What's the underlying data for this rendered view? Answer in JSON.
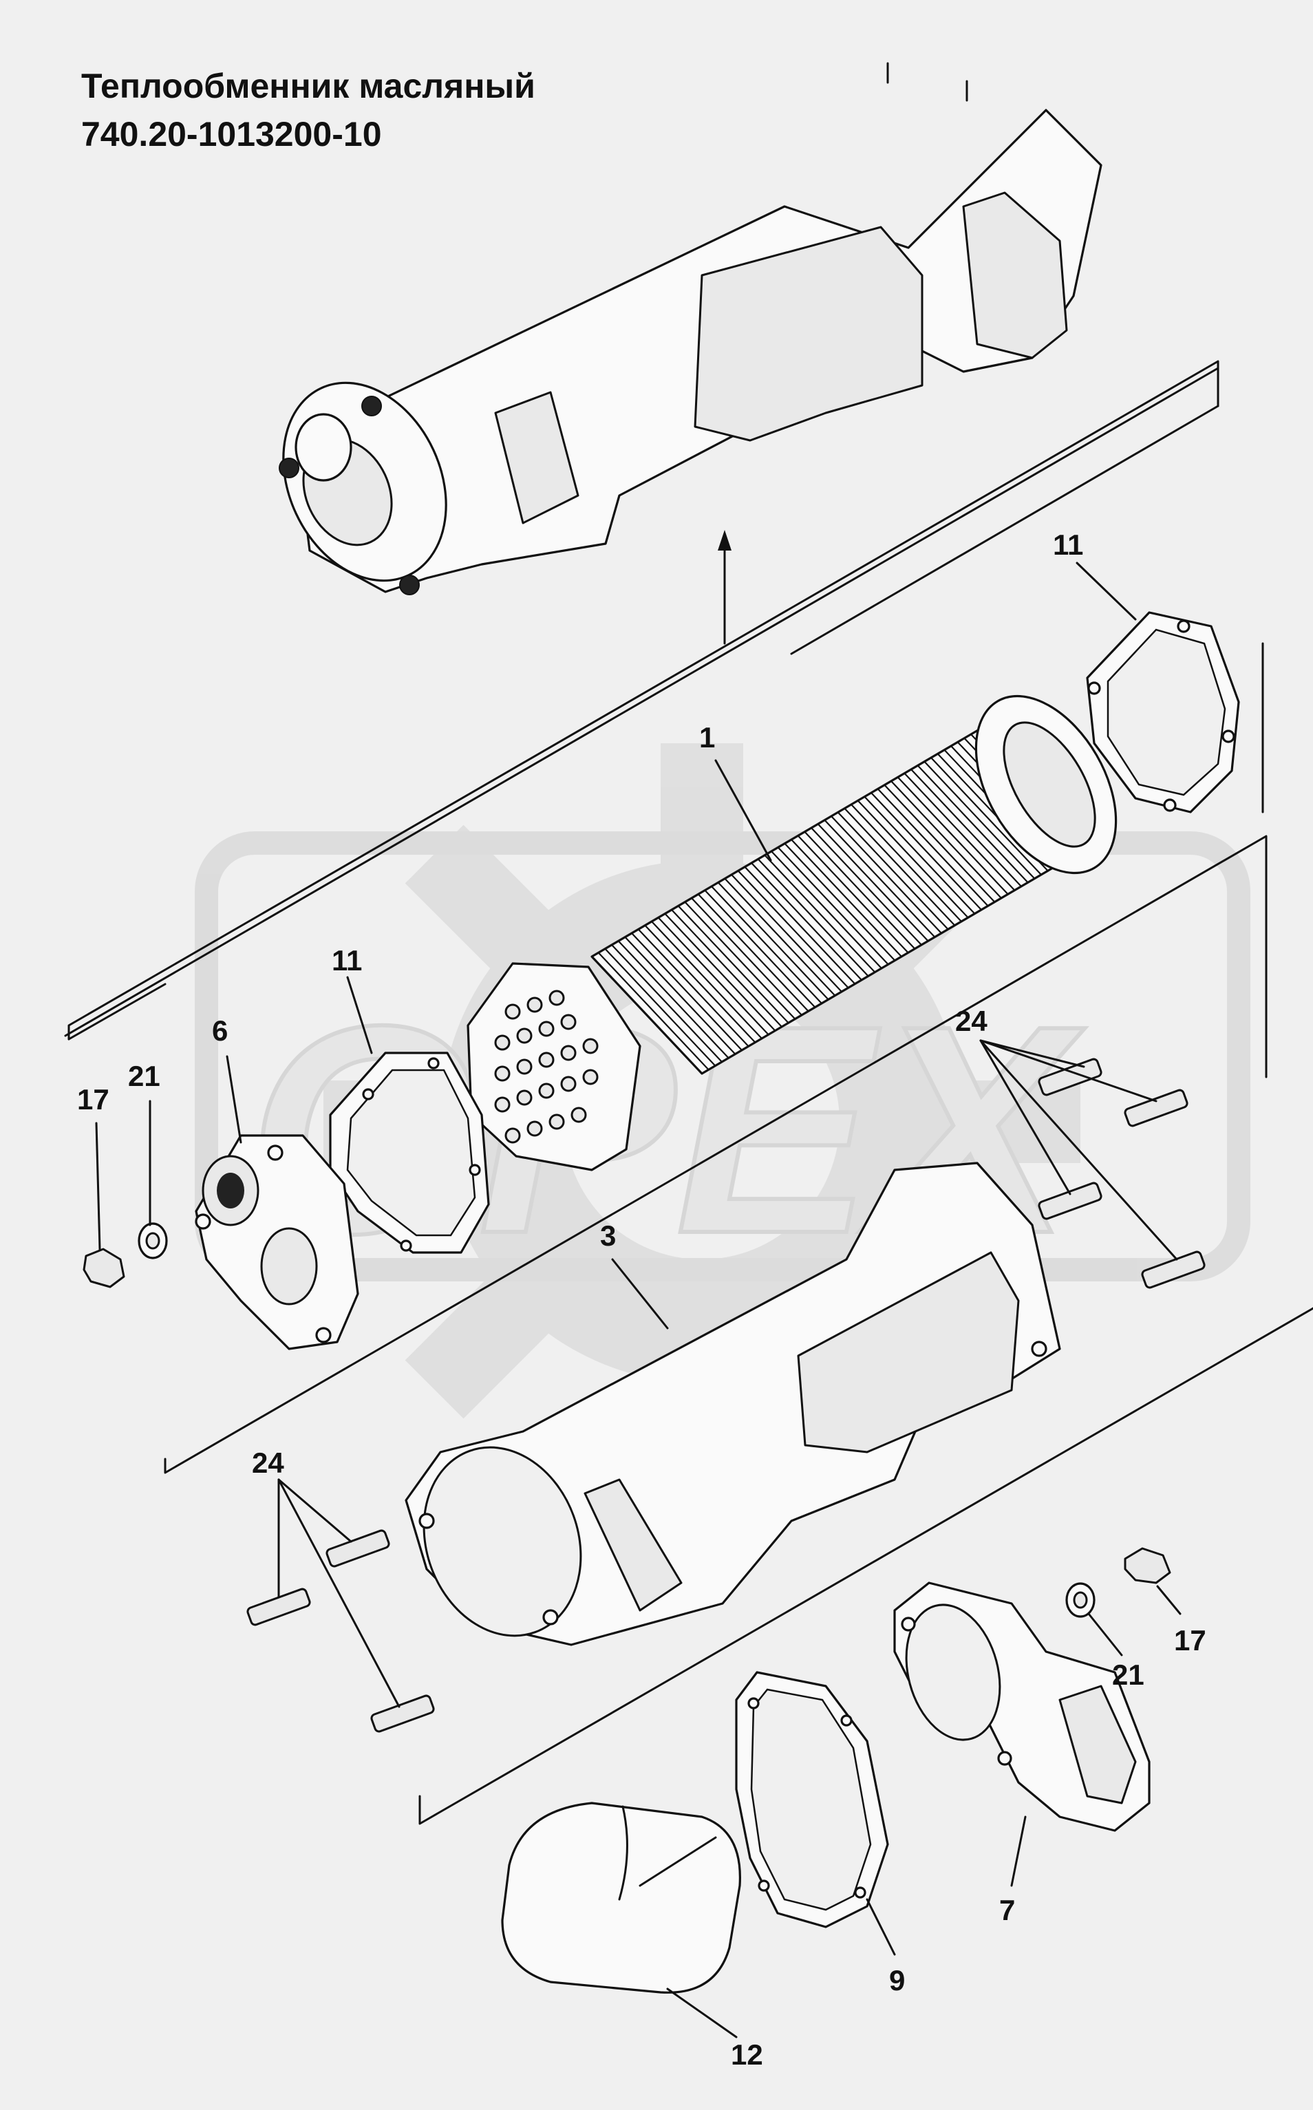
{
  "title": {
    "line1": "Теплообменник масляный",
    "line2": "740.20-1013200-10"
  },
  "callouts": [
    {
      "id": "c11a",
      "label": "11"
    },
    {
      "id": "c1",
      "label": "1"
    },
    {
      "id": "c11b",
      "label": "11"
    },
    {
      "id": "c6",
      "label": "6"
    },
    {
      "id": "c21a",
      "label": "21"
    },
    {
      "id": "c17a",
      "label": "17"
    },
    {
      "id": "c24a",
      "label": "24"
    },
    {
      "id": "c3",
      "label": "3"
    },
    {
      "id": "c24b",
      "label": "24"
    },
    {
      "id": "c21b",
      "label": "21"
    },
    {
      "id": "c17b",
      "label": "17"
    },
    {
      "id": "c7",
      "label": "7"
    },
    {
      "id": "c9",
      "label": "9"
    },
    {
      "id": "c12",
      "label": "12"
    }
  ],
  "watermark": {
    "text": "OPEX"
  }
}
